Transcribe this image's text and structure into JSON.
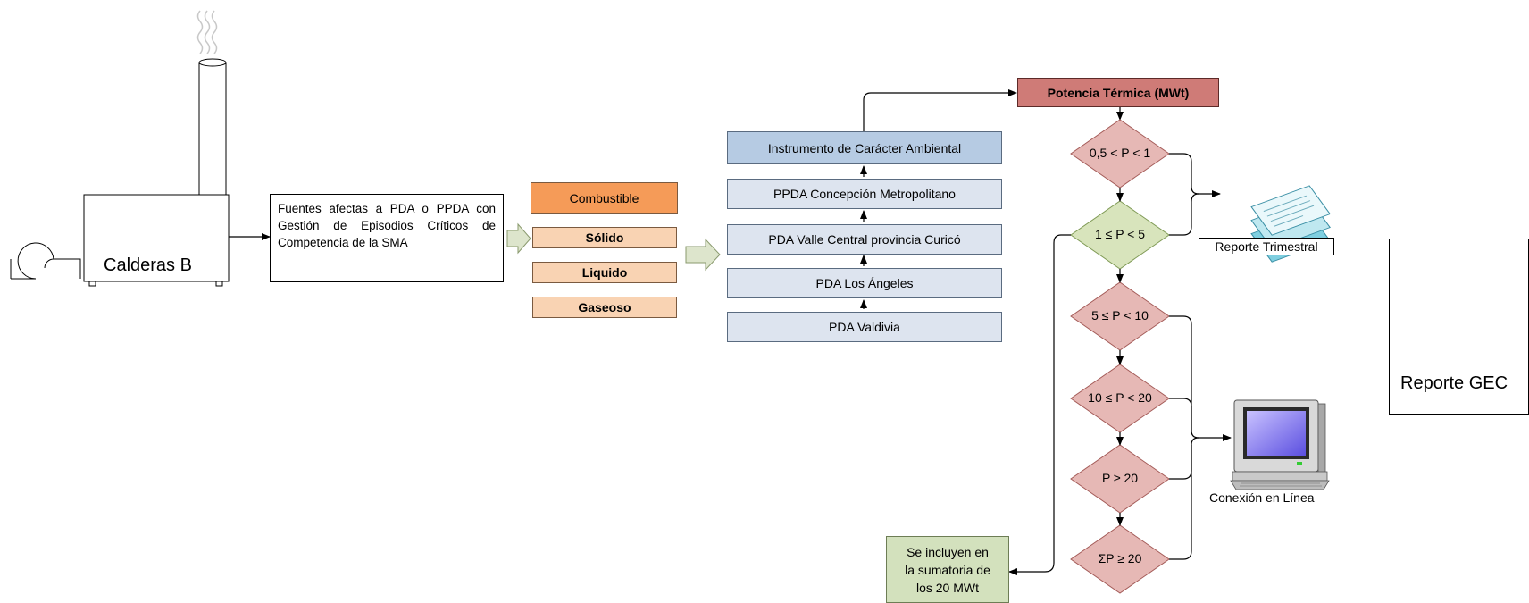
{
  "calderas_label": "Calderas B",
  "fuentes_text": "Fuentes afectas a PDA o PPDA con Gestión de Episodios Críticos de Competencia de la SMA",
  "combustible": {
    "header": "Combustible",
    "items": [
      "Sólido",
      "Liquido",
      "Gaseoso"
    ]
  },
  "instrumentos": [
    "Instrumento de Carácter Ambiental",
    "PPDA Concepción Metropolitano",
    "PDA Valle Central provincia Curicó",
    "PDA Los Ángeles",
    "PDA Valdivia"
  ],
  "potencia_header": "Potencia Térmica (MWt)",
  "rangos": [
    "0,5 < P < 1",
    "1 ≤ P < 5",
    "5 ≤ P < 10",
    "10 ≤ P < 20",
    "P ≥ 20",
    "ΣP ≥ 20"
  ],
  "reporte_trimestral": "Reporte Trimestral",
  "conexion_en_linea": "Conexión en Línea",
  "nota_sumatoria": [
    "Se incluyen en",
    "la sumatoria de",
    "los 20 MWt"
  ],
  "reporte_gec": "Reporte GEC",
  "colors": {
    "diamond_red": "#e6b8b5",
    "diamond_green": "#d8e4bc",
    "combustible_header": "#f59b58",
    "instrumento_top": "#b6cbe3"
  }
}
